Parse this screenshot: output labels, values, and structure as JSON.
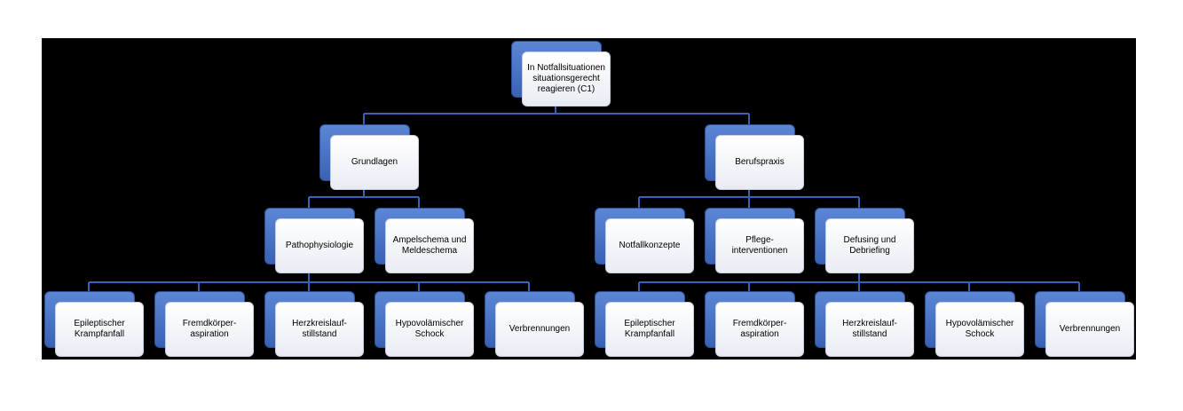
{
  "diagram": {
    "root": "In Notfallsituationen situationsgerecht reagieren (C1)",
    "grundlagen": {
      "label": "Grundlagen",
      "pathophysiologie": "Pathophysiologie",
      "ampelschema": "Ampelschema und Meldeschema",
      "children": [
        "Epileptischer Krampfanfall",
        "Fremdkörper- aspiration",
        "Herzkreislauf- stillstand",
        "Hypovolämischer Schock",
        "Verbrennungen"
      ]
    },
    "berufspraxis": {
      "label": "Berufspraxis",
      "notfallkonzepte": "Notfallkonzepte",
      "pflegeinterventionen": "Pflege- interventionen",
      "defusing": "Defusing und Debriefing",
      "children": [
        "Epileptischer Krampfanfall",
        "Fremdkörper- aspiration",
        "Herzkreislauf- stillstand",
        "Hypovolämischer Schock",
        "Verbrennungen"
      ]
    }
  },
  "colors": {
    "line": "#3a62b4",
    "node_back": "#4a74c9",
    "background": "#000000"
  }
}
